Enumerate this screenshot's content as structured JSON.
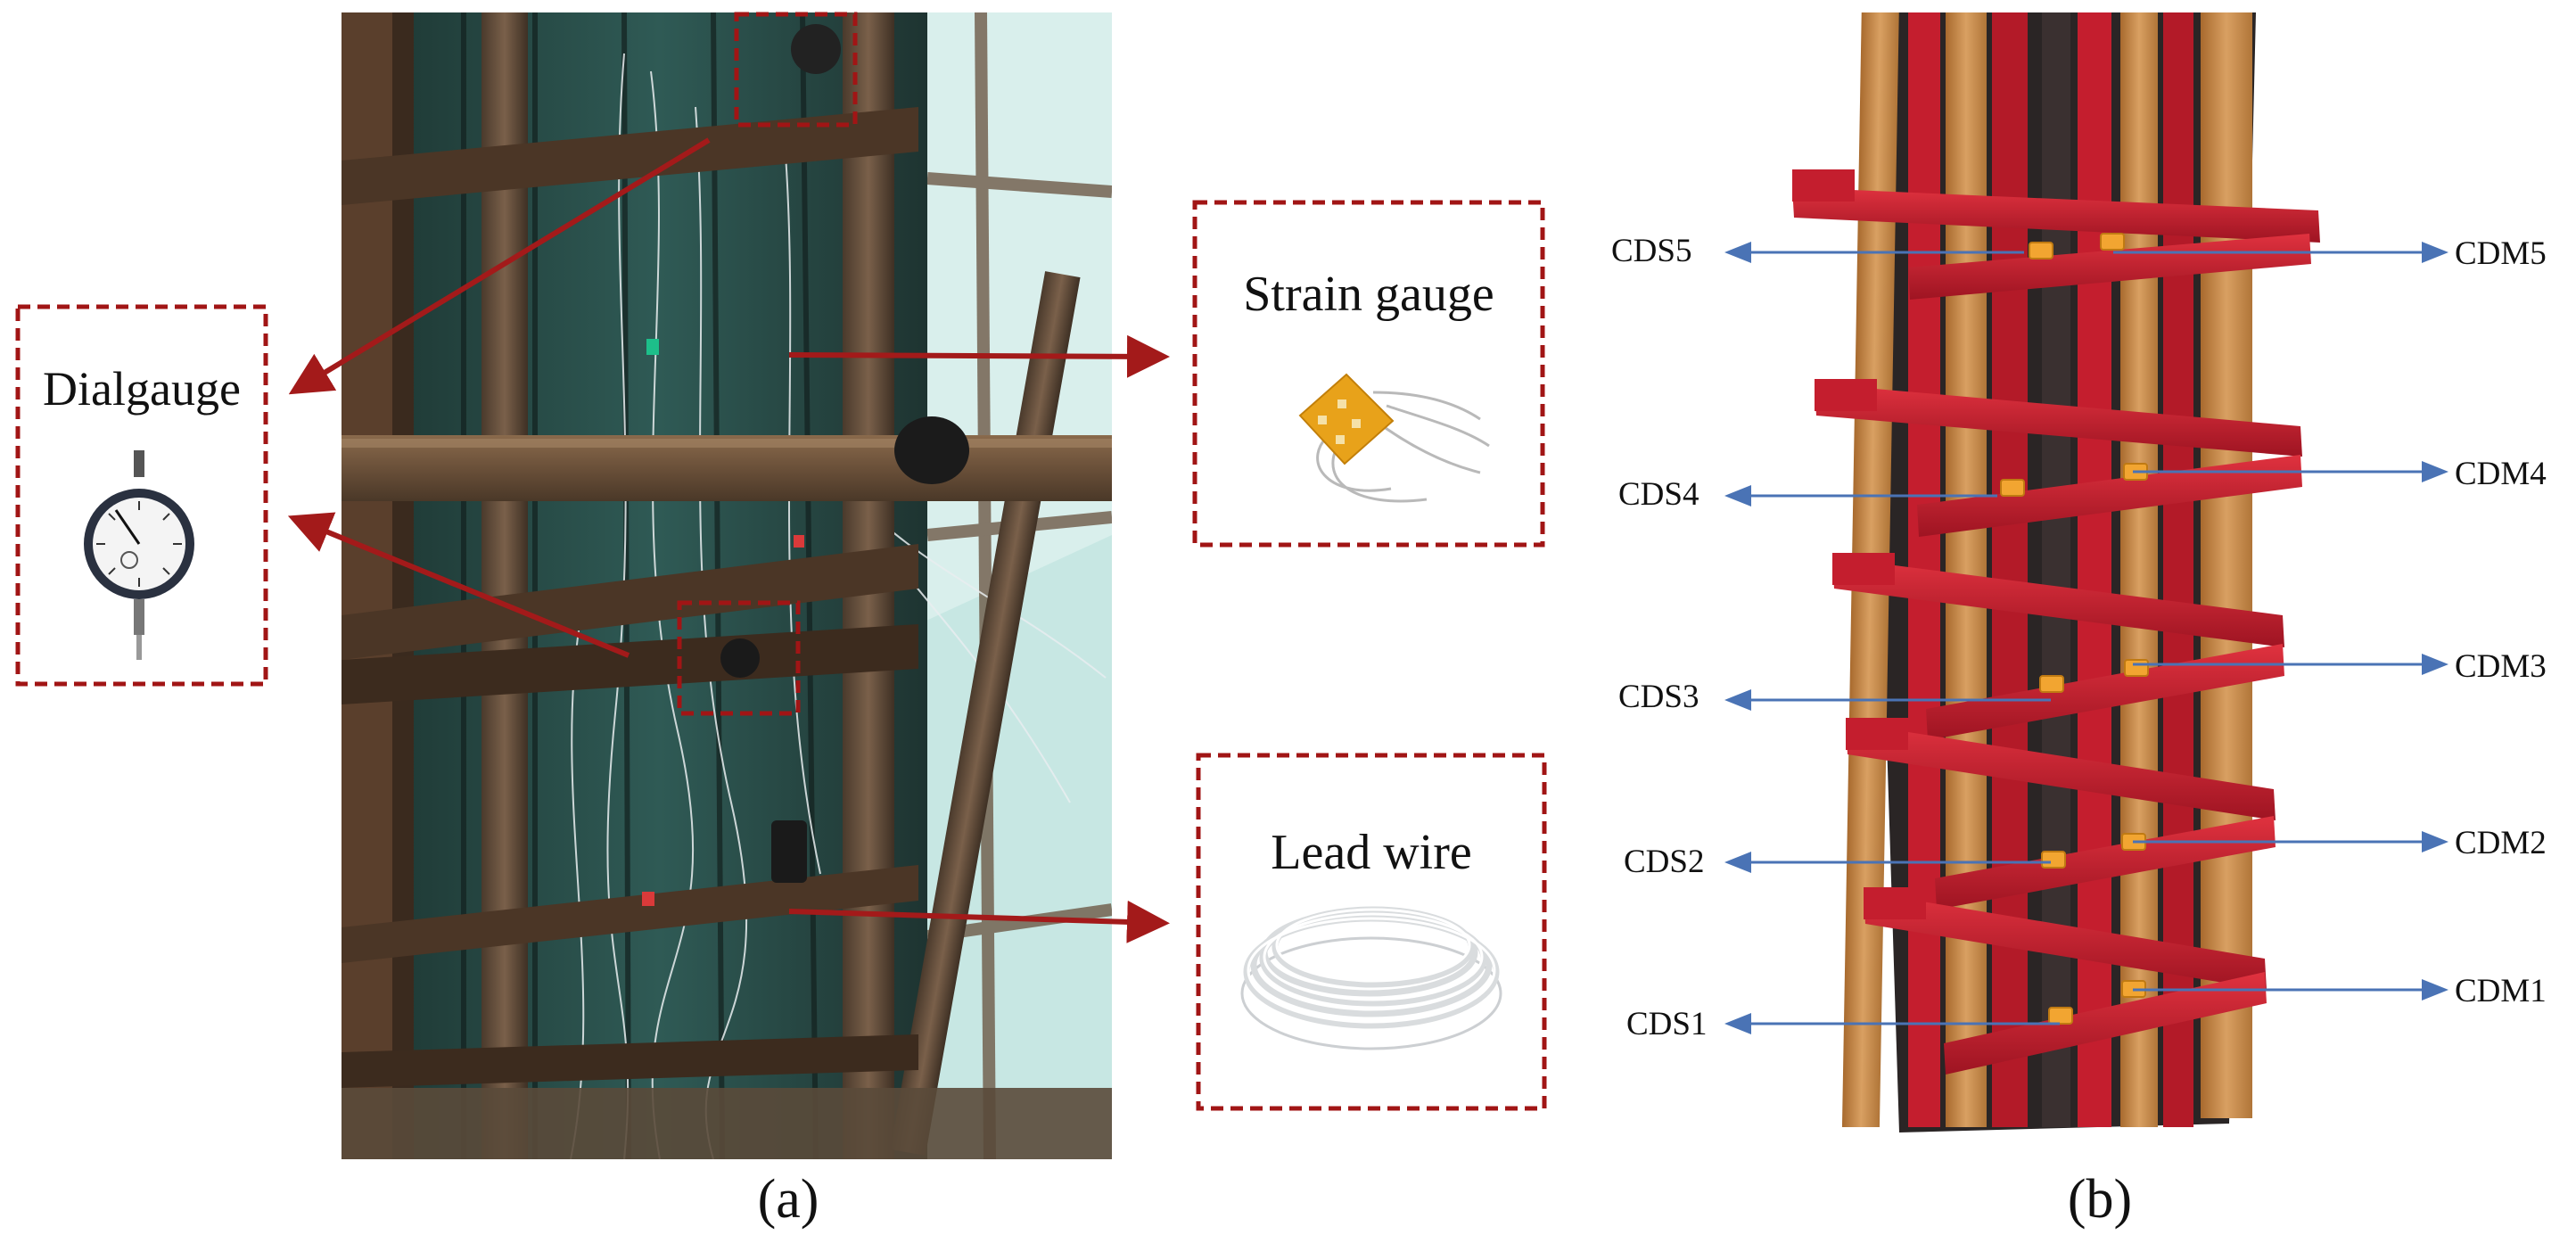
{
  "panel_a": {
    "caption": "(a)",
    "callouts": {
      "dial_gauge": {
        "label": "Dialgauge"
      },
      "strain_gauge": {
        "label": "Strain gauge"
      },
      "lead_wire": {
        "label": "Lead wire"
      }
    }
  },
  "panel_b": {
    "caption": "(b)",
    "left_sensors": [
      "CDS5",
      "CDS4",
      "CDS3",
      "CDS2",
      "CDS1"
    ],
    "right_sensors": [
      "CDM5",
      "CDM4",
      "CDM3",
      "CDM2",
      "CDM1"
    ]
  },
  "colors": {
    "callout_border": "#a11515",
    "arrow_red": "#a31a1a",
    "arrow_blue": "#4a73b5",
    "formwork_red": "#c41e2e",
    "timber": "#c88a45"
  }
}
